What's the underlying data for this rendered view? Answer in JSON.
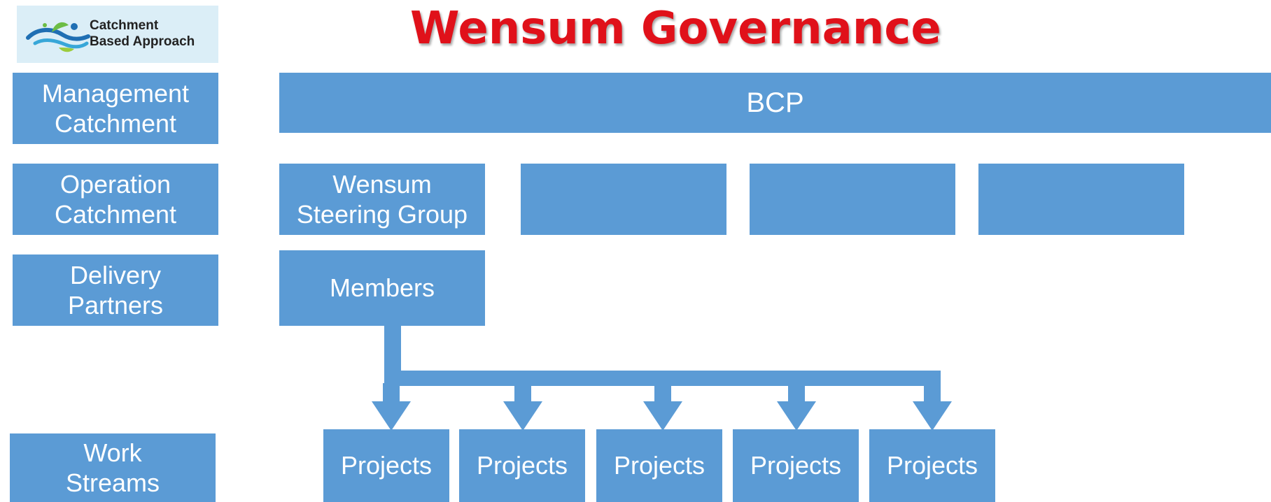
{
  "logo": {
    "text": "Catchment\nBased Approach"
  },
  "title": "Wensum Governance",
  "levels": [
    "Management\nCatchment",
    "Operation\nCatchment",
    "Delivery\nPartners",
    "Work\nStreams"
  ],
  "bcp": "BCP",
  "steering_group": "Wensum\nSteering Group",
  "operation_blanks": [
    "",
    "",
    ""
  ],
  "members": "Members",
  "projects": [
    "Projects",
    "Projects",
    "Projects",
    "Projects",
    "Projects"
  ],
  "colors": {
    "box": "#5b9bd5",
    "title": "#e0111a",
    "logo_bg": "#dbeef7"
  }
}
